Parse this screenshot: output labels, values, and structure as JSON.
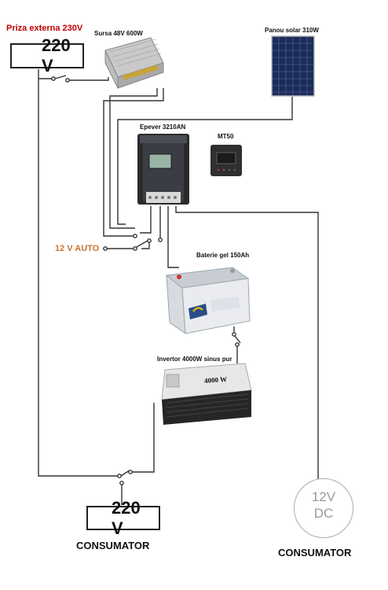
{
  "labels": {
    "grid": "Priza externa 230V",
    "psu": "Sursa 48V 600W",
    "solar": "Panou solar 310W",
    "controller": "Epever 3210AN",
    "meter": "MT50",
    "auto12": "12 V AUTO",
    "battery": "Baterie gel 150Ah",
    "inverter": "Invertor 4000W sinus pur",
    "consumer_ac": "CONSUMATOR",
    "consumer_dc": "CONSUMATOR"
  },
  "badges": {
    "top": "220 V",
    "bottom": "220 V"
  },
  "dc_load": {
    "line1": "12V",
    "line2": "DC"
  },
  "device_text": {
    "inverter_power": "4000 W"
  },
  "colors": {
    "grid_label": "#c00000",
    "auto_label": "#c87533",
    "warning": "#f2d000",
    "panel_blue": "#1b2c5a",
    "wire": "#333333"
  }
}
